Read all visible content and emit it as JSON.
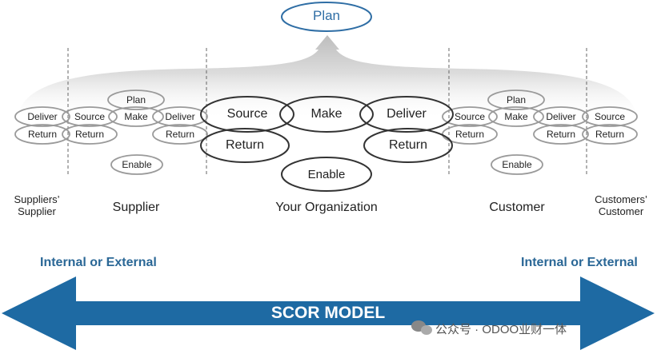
{
  "top_plan": "Plan",
  "regions": {
    "suppliers_supplier": {
      "name_line1": "Suppliers’",
      "name_line2": "Supplier",
      "deliver": "Deliver",
      "return": "Return"
    },
    "supplier": {
      "name": "Supplier",
      "source": "Source",
      "return_left": "Return",
      "plan": "Plan",
      "make": "Make",
      "deliver": "Deliver",
      "return_right": "Return",
      "enable": "Enable"
    },
    "your_organization": {
      "name": "Your Organization",
      "source": "Source",
      "make": "Make",
      "deliver": "Deliver",
      "return_left": "Return",
      "return_right": "Return",
      "enable": "Enable"
    },
    "customer": {
      "name": "Customer",
      "source": "Source",
      "return_left": "Return",
      "plan": "Plan",
      "make": "Make",
      "deliver": "Deliver",
      "return_right": "Return",
      "enable": "Enable"
    },
    "customers_customer": {
      "name_line1": "Customers’",
      "name_line2": "Customer",
      "source": "Source",
      "return": "Return"
    }
  },
  "internal_external_left": "Internal or External",
  "internal_external_right": "Internal or External",
  "scor_model": "SCOR MODEL",
  "watermark": "公众号 · ODOO业财一体",
  "colors": {
    "arrow_blue": "#1e6aa3",
    "text_blue": "#2a6796",
    "plan_stroke": "#2f6ea5"
  }
}
